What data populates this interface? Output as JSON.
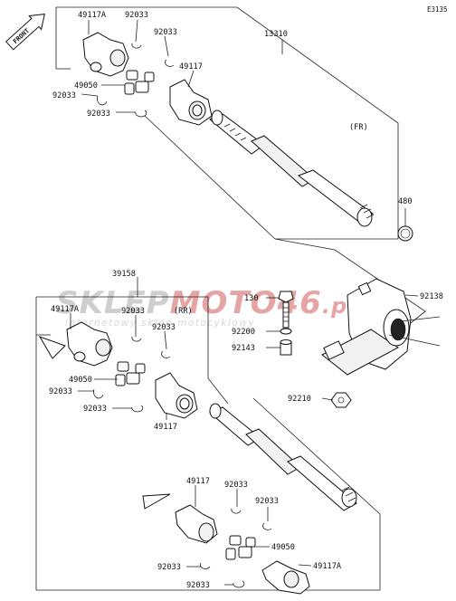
{
  "diagram": {
    "code": "E3135",
    "front_badge": "FRONT",
    "direction_front": "(FR)",
    "direction_rear": "(RR)",
    "watermark": {
      "brand_left": "SKLEP",
      "brand_right": "MOTO",
      "brand_num": "46",
      "brand_tld": ".pl",
      "tagline": "internetowy sklep motocyklowy",
      "color_left": "#c9c9c9",
      "color_right": "#e8a0a0"
    },
    "labels": {
      "p13310": "13310",
      "p49117A_top": "49117A",
      "p92033_t1": "92033",
      "p92033_t2": "92033",
      "p49117_top": "49117",
      "p49050_top": "49050",
      "p92033_t3": "92033",
      "p92033_t4": "92033",
      "p480": "480",
      "p39158": "39158",
      "p49117A_mid": "49117A",
      "p92033_m1": "92033",
      "p92033_m2": "92033",
      "p49050_mid": "49050",
      "p92033_m3": "92033",
      "p92033_m4": "92033",
      "p49117_mid": "49117",
      "p130": "130",
      "p92200": "92200",
      "p92143": "92143",
      "p92138": "92138",
      "p92210": "92210",
      "p49117_bot": "49117",
      "p92033_b1": "92033",
      "p92033_b2": "92033",
      "p49050_bot": "49050",
      "p49117A_bot": "49117A",
      "p92033_b3": "92033",
      "p92033_b4": "92033"
    }
  }
}
